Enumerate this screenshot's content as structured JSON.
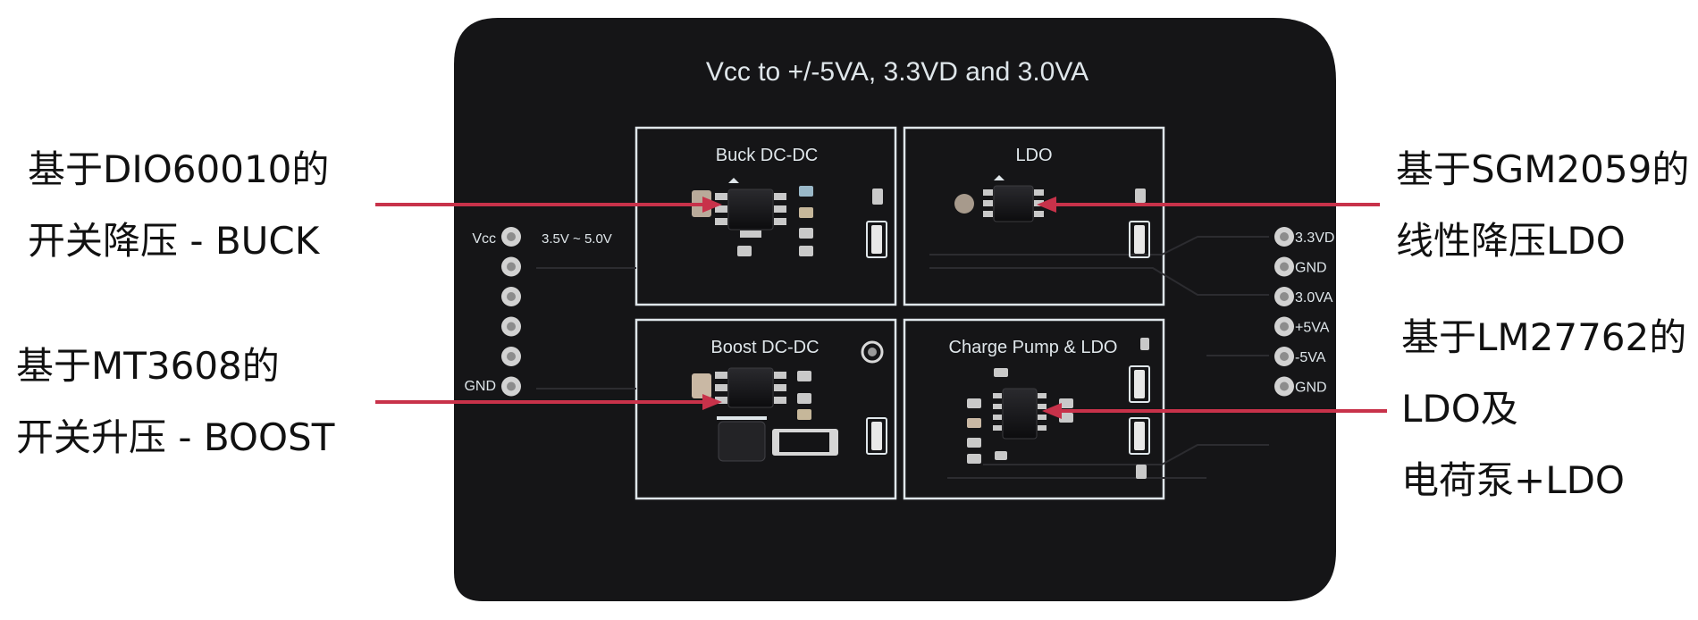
{
  "board": {
    "title": "Vcc to +/-5VA, 3.3VD and 3.0VA",
    "input_label": "Vcc",
    "input_range": "3.5V ~ 5.0V",
    "input_gnd": "GND",
    "outputs": [
      "3.3VD",
      "GND",
      "3.0VA",
      "+5VA",
      "-5VA",
      "GND"
    ],
    "sections": {
      "buck": "Buck DC-DC",
      "ldo": "LDO",
      "boost": "Boost DC-DC",
      "charge_pump": "Charge Pump & LDO"
    },
    "colors": {
      "pcb": "#151517",
      "silkscreen": "#dfe6ea",
      "pin": "#d2d2d2"
    }
  },
  "callouts": {
    "buck": {
      "line1": "基于DIO60010的",
      "line2": "开关降压 - BUCK"
    },
    "boost": {
      "line1": "基于MT3608的",
      "line2": "开关升压 - BOOST"
    },
    "ldo": {
      "line1": "基于SGM2059的",
      "line2": "线性降压LDO"
    },
    "charge_pump": {
      "line1": "基于LM27762的",
      "line2": "LDO及",
      "line3": "电荷泵+LDO"
    },
    "arrow_color": "#c8324a"
  }
}
